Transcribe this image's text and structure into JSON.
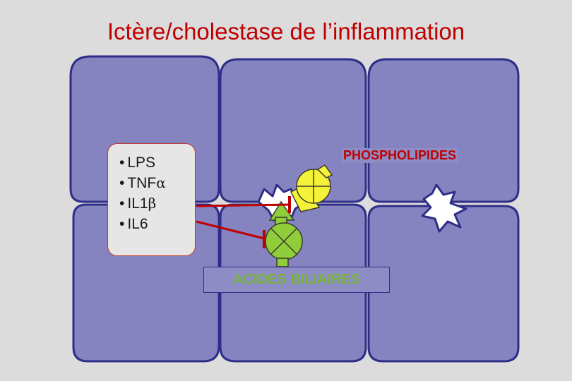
{
  "title": "Ictère/cholestase de l’inflammation",
  "cytokines": {
    "items": [
      {
        "bullet": "•",
        "text": "LPS",
        "greek": ""
      },
      {
        "bullet": "•",
        "text": "TNF",
        "greek": "α"
      },
      {
        "bullet": "•",
        "text": "IL1",
        "greek": "β"
      },
      {
        "bullet": "•",
        "text": "IL6",
        "greek": ""
      }
    ]
  },
  "labels": {
    "phospholipides": "PHOSPHOLIPIDES",
    "acides_biliaires": "ACIDES BILIAIRES"
  },
  "colors": {
    "background": "#dcdcdc",
    "cell_fill": "#8584c0",
    "cell_border": "#2e2e88",
    "inhibition": "#c00000",
    "phospholipid_transporter": "#f5f23a",
    "bile_acid_transporter": "#8fce3a"
  }
}
